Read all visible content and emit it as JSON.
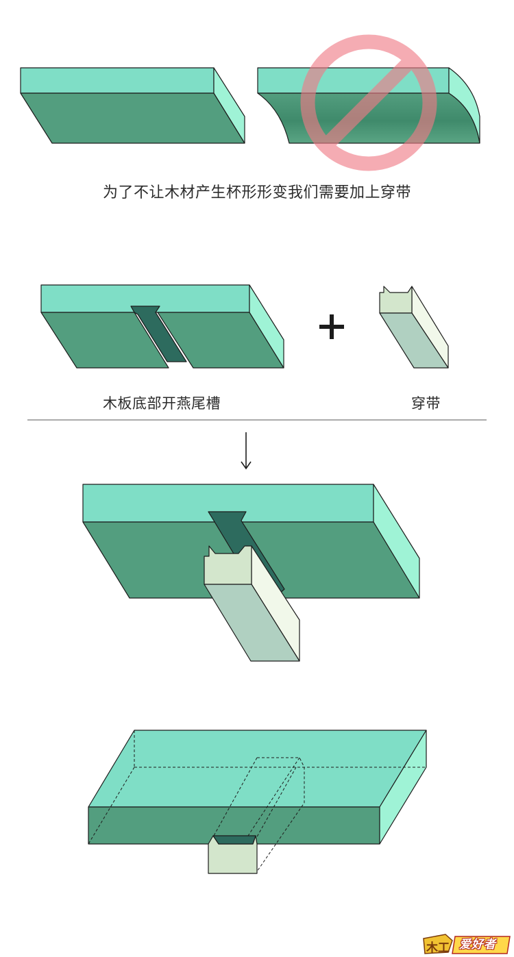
{
  "captions": {
    "main": "为了不让木材产生杯形形变我们需要加上穿带",
    "groove": "木板底部开燕尾槽",
    "batten": "穿带"
  },
  "symbols": {
    "plus": "+",
    "down_arrow": "↓"
  },
  "logo": {
    "text": "爱好者",
    "name": "woodworking-enthusiast-logo"
  },
  "colors": {
    "board_top": "#7fdec6",
    "board_front": "#539e7f",
    "board_side": "#9ff3d6",
    "groove": "#2d6b5e",
    "batten_end": "#d3e6cc",
    "batten_front": "#b0d0c1",
    "batten_side": "#f1f8ea",
    "prohibit": "#f07a86",
    "outline": "#1c1c1c"
  }
}
